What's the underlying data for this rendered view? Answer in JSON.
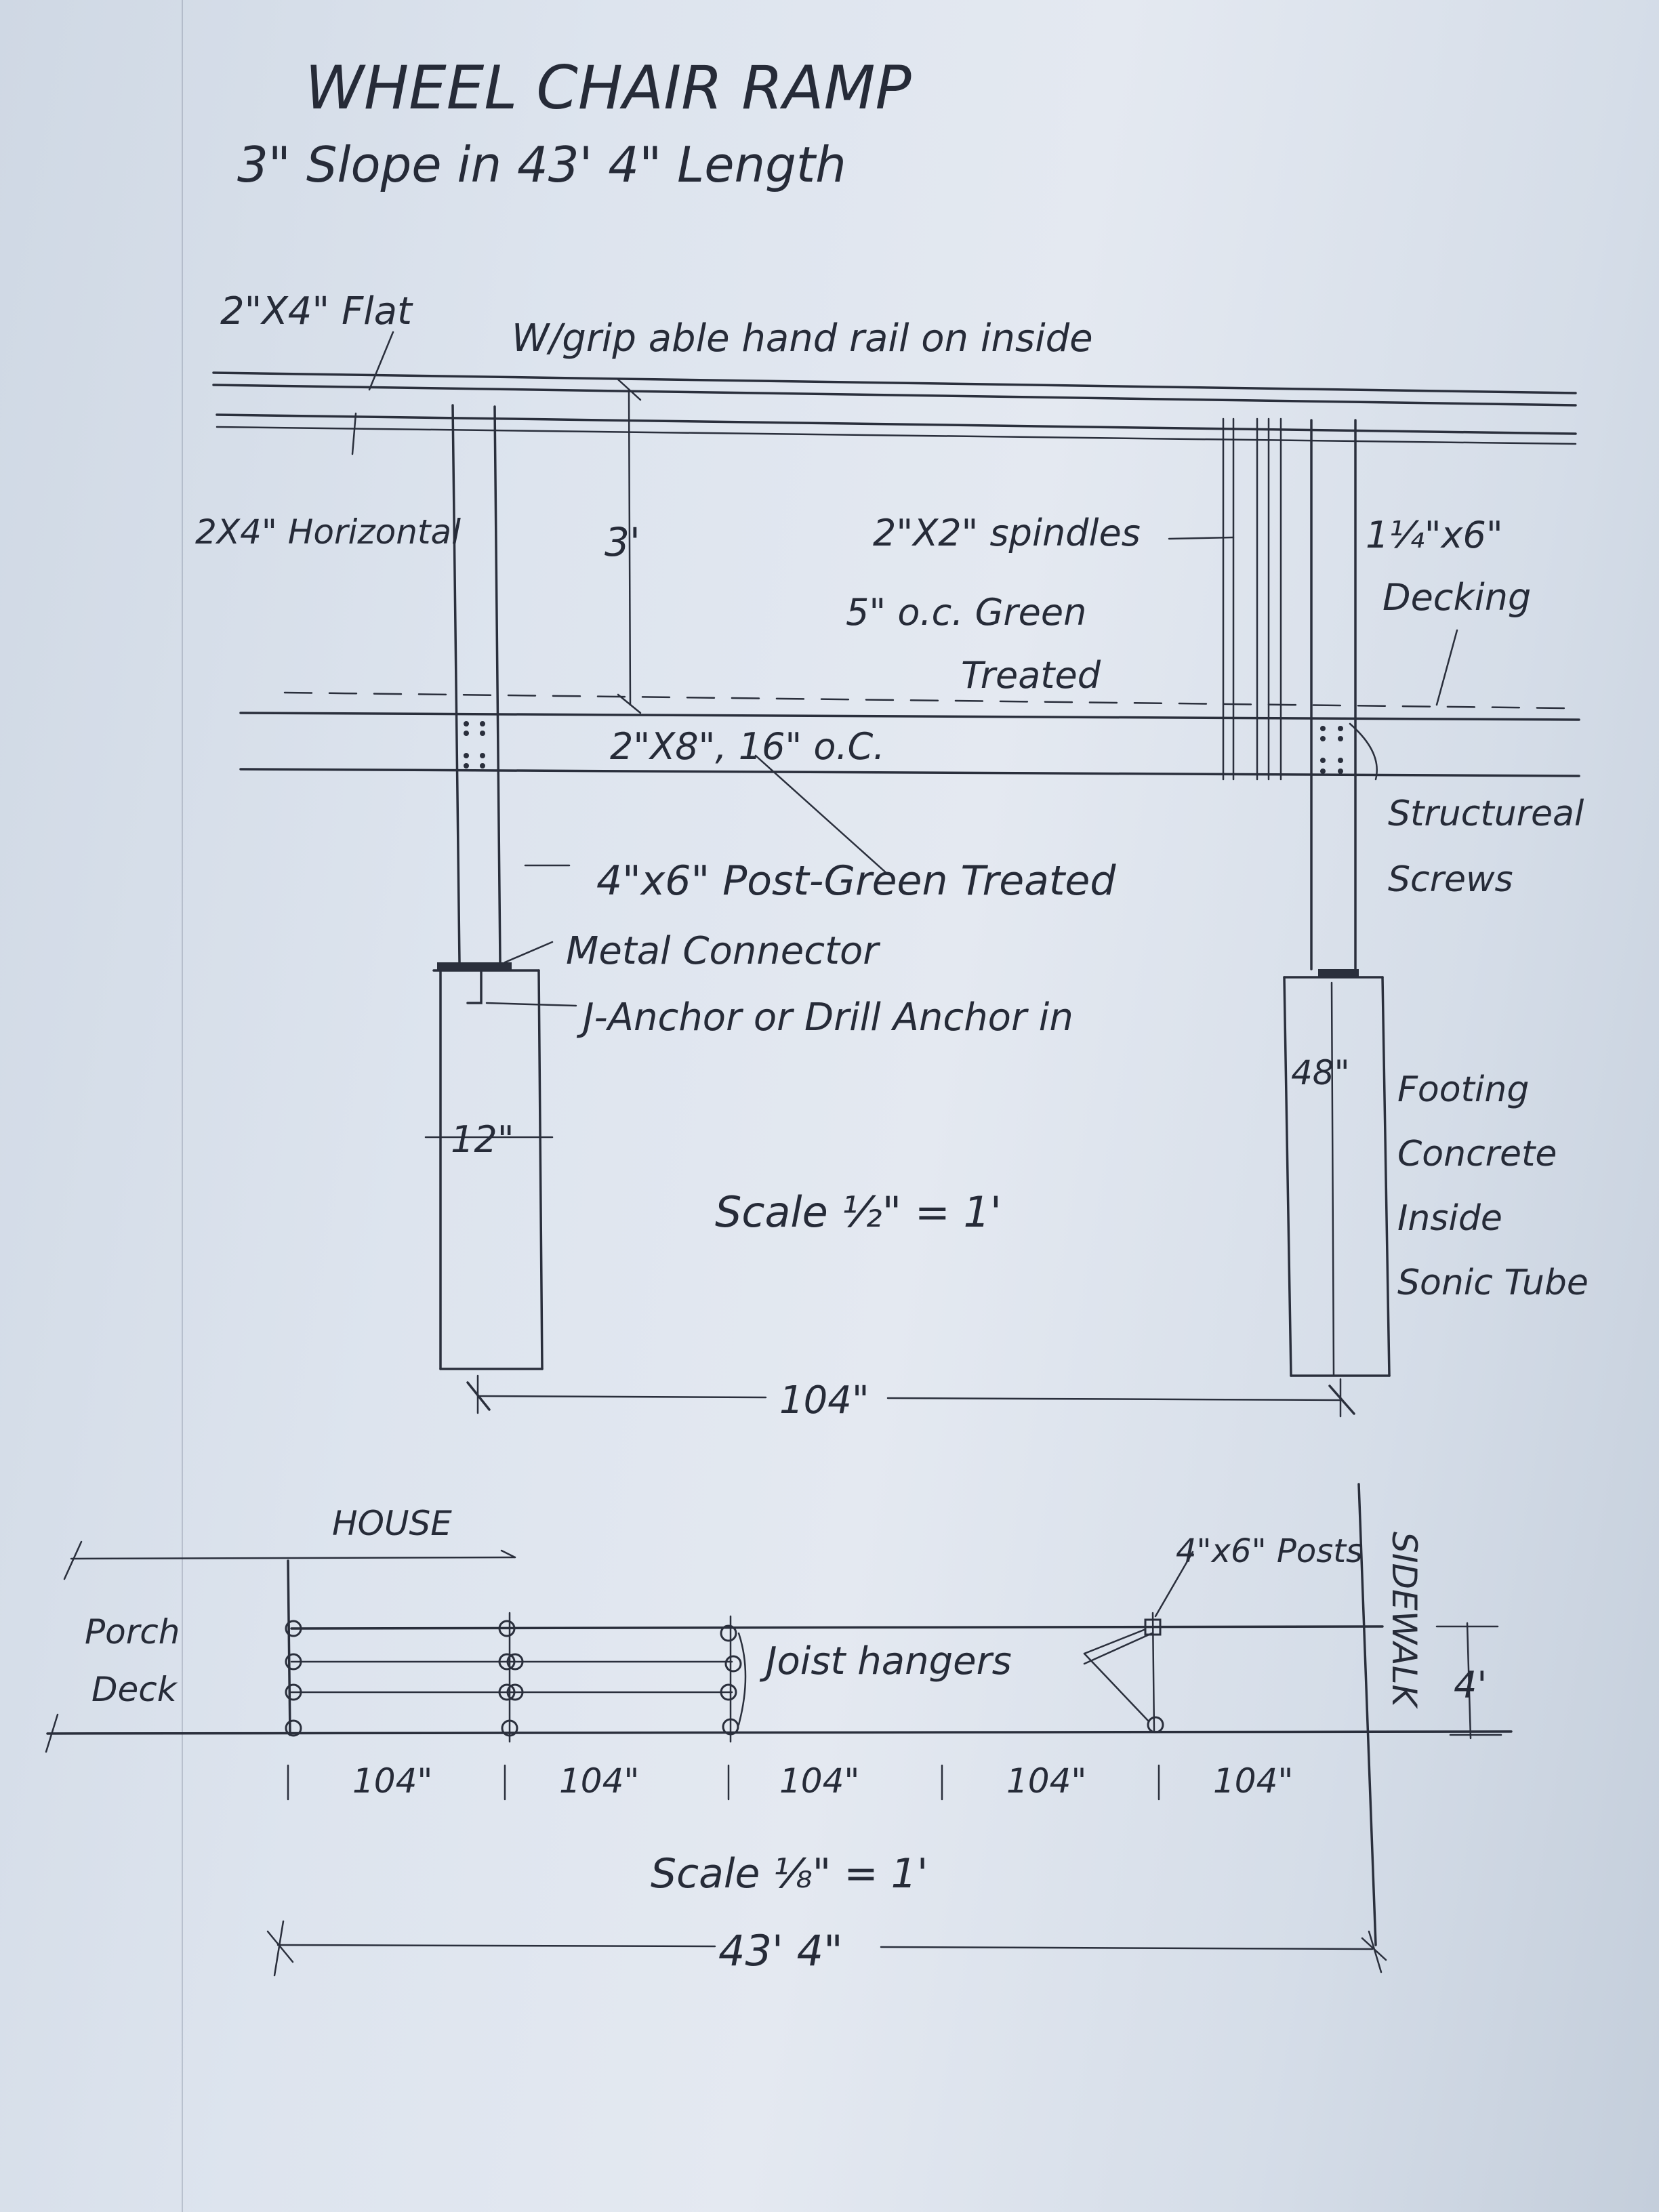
{
  "title": "WHEEL CHAIR RAMP",
  "subtitle": "3\" Slope in 43' 4\" Length",
  "elevation": {
    "rail_label": "2\"X4\" Flat",
    "rail_note": "W/grip able hand rail on inside",
    "horizontal_label": "2X4\" Horizontal",
    "height_label": "3'",
    "spindles_label": "2\"X2\" spindles",
    "spindles_note_1": "5\" o.c. Green",
    "spindles_note_2": "Treated",
    "decking_label_1": "1¼\"x6\"",
    "decking_label_2": "Decking",
    "joist_label": "2\"X8\", 16\" o.C.",
    "screws_label_1": "Structureal",
    "screws_label_2": "Screws",
    "post_label": "4\"x6\" Post-Green Treated",
    "connector_label": "Metal Connector",
    "anchor_label": "J-Anchor or Drill Anchor in",
    "footing_width_label": "12\"",
    "footing_depth_label": "48\"",
    "footing_note_1": "Footing",
    "footing_note_2": "Concrete",
    "footing_note_3": "Inside",
    "footing_note_4": "Sonic Tube",
    "scale_label": "Scale ½\" = 1'",
    "span_label": "104\""
  },
  "plan": {
    "house_label": "HOUSE",
    "porch_label_1": "Porch",
    "porch_label_2": "Deck",
    "posts_label": "4\"x6\" Posts",
    "hangers_label": "Joist hangers",
    "sidewalk_label": "SIDEWALK",
    "width_label": "4'",
    "bay_labels": [
      "104\"",
      "104\"",
      "104\"",
      "104\"",
      "104\""
    ],
    "scale_label": "Scale ⅛\" = 1'",
    "total_label": "43' 4\""
  }
}
